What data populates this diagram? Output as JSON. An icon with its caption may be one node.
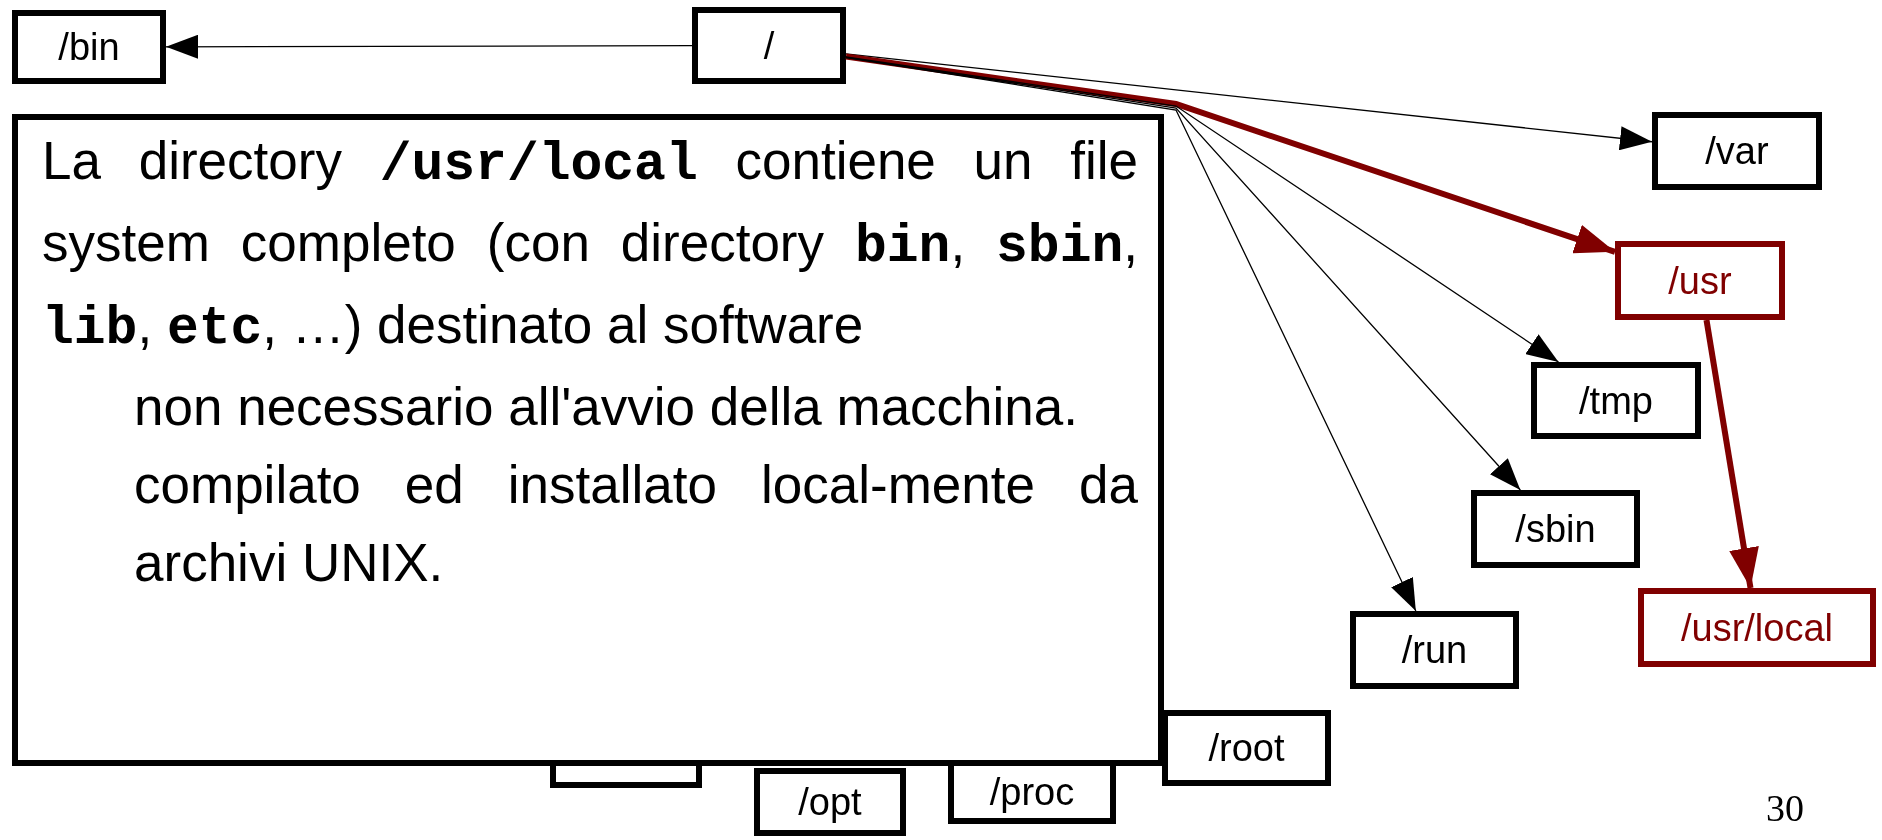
{
  "diagram": {
    "nodes": [
      {
        "text": [
          "/"
        ]
      },
      {
        "text": [
          "/bin"
        ]
      },
      {
        "text": [
          "La directory **/usr/local** contiene un file system completo (con directory **bin**, **sbin**, **lib**, **etc**, …) destinato al software",
          "non necessario all'avvio della macchina.",
          "compilato ed installato local-mente da archivi UNIX."
        ]
      },
      {
        "text": [
          "/var"
        ]
      },
      {
        "text": [
          "/usr"
        ]
      },
      {
        "text": [
          "/tmp"
        ]
      },
      {
        "text": [
          "/sbin"
        ]
      },
      {
        "text": [
          "/run"
        ]
      },
      {
        "text": [
          "/usr/local"
        ]
      },
      {
        "text": [
          "/root"
        ]
      },
      {
        "text": [],
        "shape": "box"
      },
      {
        "text": [
          "/proc"
        ]
      },
      {
        "text": [
          "/opt"
        ]
      }
    ],
    "edges": [
      {
        "from": 0,
        "to": 1,
        "arrow": "to"
      },
      {
        "from": 0,
        "to": 3,
        "arrow": "to"
      },
      {
        "from": 0,
        "to": 4,
        "arrow": "to",
        "style": "thick",
        "color": "#800000"
      },
      {
        "from": 0,
        "to": 5,
        "arrow": "to"
      },
      {
        "from": 0,
        "to": 6,
        "arrow": "to"
      },
      {
        "from": 0,
        "to": 7,
        "arrow": "to"
      },
      {
        "from": 4,
        "to": 8,
        "arrow": "to",
        "style": "thick",
        "color": "#800000"
      }
    ],
    "labels": [
      "30"
    ]
  }
}
